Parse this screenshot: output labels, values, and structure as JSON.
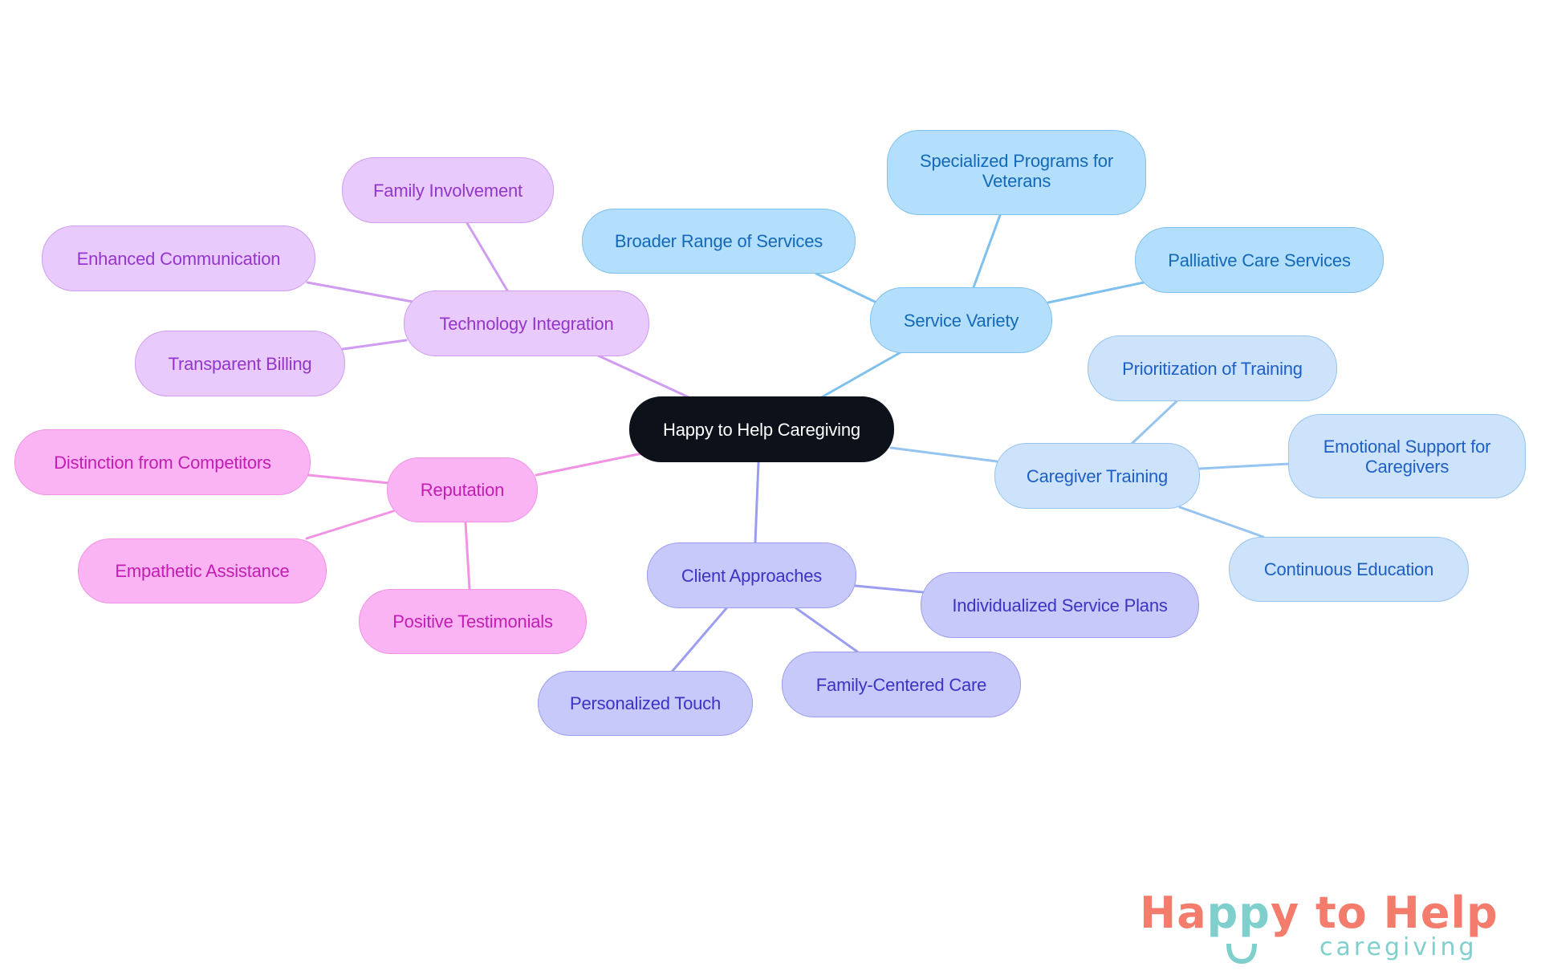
{
  "diagram": {
    "type": "mindmap",
    "root": {
      "label": "Happy to Help Caregiving"
    },
    "branches": [
      {
        "id": "service_variety",
        "label": "Service Variety",
        "color": "#b3dffd",
        "children": [
          "Broader Range of Services",
          "Specialized Programs for Veterans",
          "Palliative Care Services"
        ]
      },
      {
        "id": "caregiver_training",
        "label": "Caregiver Training",
        "color": "#cde3fb",
        "children": [
          "Prioritization of Training",
          "Emotional Support for Caregivers",
          "Continuous Education"
        ]
      },
      {
        "id": "client_approaches",
        "label": "Client Approaches",
        "color": "#c8c9fb",
        "children": [
          "Individualized Service Plans",
          "Family-Centered Care",
          "Personalized Touch"
        ]
      },
      {
        "id": "reputation",
        "label": "Reputation",
        "color": "#fbb4f3",
        "children": [
          "Distinction from Competitors",
          "Empathetic Assistance",
          "Positive Testimonials"
        ]
      },
      {
        "id": "technology_integration",
        "label": "Technology Integration",
        "color": "#e8cafc",
        "children": [
          "Family Involvement",
          "Enhanced Communication",
          "Transparent Billing"
        ]
      }
    ]
  },
  "nodes": {
    "root": "Happy to Help Caregiving",
    "service_variety": "Service Variety",
    "broader_range": "Broader Range of Services",
    "specialized_programs": "Specialized Programs for Veterans",
    "palliative_care": "Palliative Care Services",
    "caregiver_training": "Caregiver Training",
    "prioritization": "Prioritization of Training",
    "emotional_support": "Emotional Support for Caregivers",
    "continuous_education": "Continuous Education",
    "client_approaches": "Client Approaches",
    "individualized_plans": "Individualized Service Plans",
    "family_centered": "Family-Centered Care",
    "personalized_touch": "Personalized Touch",
    "reputation": "Reputation",
    "distinction": "Distinction from Competitors",
    "empathetic": "Empathetic Assistance",
    "testimonials": "Positive Testimonials",
    "technology_integration": "Technology Integration",
    "family_involvement": "Family Involvement",
    "enhanced_communication": "Enhanced Communication",
    "transparent_billing": "Transparent Billing"
  },
  "logo": {
    "part1": "Ha",
    "part2": "pp",
    "part3": "y to Help",
    "subtitle": "caregiving",
    "colors": {
      "coral": "#f47c6d",
      "teal": "#7fcfcd"
    }
  },
  "edge_colors": {
    "service_variety": "#7ec0ee",
    "caregiver_training": "#96c4f0",
    "client_approaches": "#9b9ef0",
    "reputation": "#f192e4",
    "technology_integration": "#cf9cf2"
  }
}
